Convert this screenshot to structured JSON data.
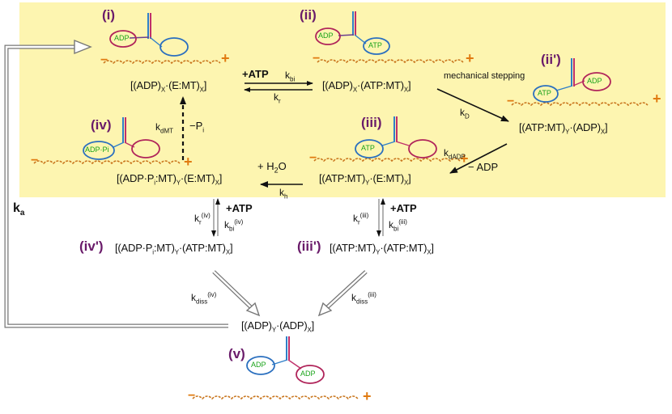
{
  "colors": {
    "background": "#fdf5b0",
    "roman": "#6a1b6a",
    "microtubule": "#c9761e",
    "plus": "#e07a10",
    "head_blue": "#2a6fbf",
    "head_red": "#b0245a",
    "nucleotide_text": "#1aa31a",
    "neck_blue": "#2f7fc8",
    "neck_red": "#c0306a"
  },
  "states": {
    "i": {
      "num": "(i)",
      "label": "[(ADP)X·(E:MT)X]"
    },
    "ii": {
      "num": "(ii)",
      "label": "[(ADP)X·(ATP:MT)X]"
    },
    "ii_p": {
      "num": "(ii')",
      "label": "[(ATP:MT)Y·(ADP)X]"
    },
    "iii": {
      "num": "(iii)",
      "label": "[(ATP:MT)Y·(E:MT)X]"
    },
    "iv": {
      "num": "(iv)",
      "label": "[(ADP·Pi:MT)Y·(E:MT)X]"
    },
    "iv_p": {
      "num": "(iv')",
      "label": "[(ADP·Pi:MT)Y·(ATP:MT)X]"
    },
    "iii_p": {
      "num": "(iii')",
      "label": "[(ATP:MT)Y·(ATP:MT)X]"
    },
    "v": {
      "num": "(v)",
      "label": "[(ADP)Y·(ADP)X]"
    }
  },
  "heads": {
    "adp": "ADP",
    "atp": "ATP",
    "adp_pi": "ADP·Pi"
  },
  "labels": {
    "plus_atp": "+ATP",
    "mech": "mechanical stepping",
    "minus_adp": "− ADP",
    "plus_h2o": "+ H2O",
    "minus_pi": "−Pi",
    "minus": "−",
    "plus": "+"
  },
  "rates": {
    "kbi": "kbi",
    "kr": "kr",
    "kD": "kD",
    "kdADP": "kdADP",
    "kh": "kh",
    "kdMT": "kdMT",
    "ka": "ka",
    "kr_iv": "kr(iv)",
    "kbi_iv": "kbi(iv)",
    "kr_iii": "kr(iii)",
    "kbi_iii": "kbi(iii)",
    "kdiss_iv": "kdiss(iv)",
    "kdiss_iii": "kdiss(iii)"
  }
}
